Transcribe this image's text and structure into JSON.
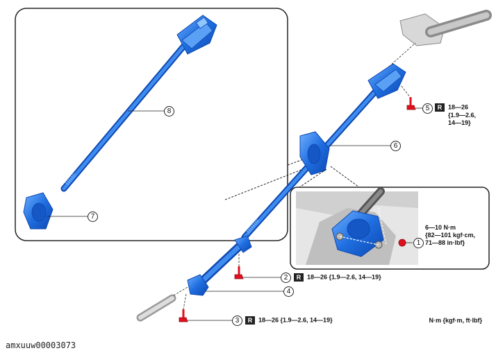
{
  "callouts": {
    "c1": "1",
    "c2": "2",
    "c3": "3",
    "c4": "4",
    "c5": "5",
    "c6": "6",
    "c7": "7",
    "c8": "8"
  },
  "torque": {
    "badge": "R",
    "bolt5": [
      "18—26",
      "{1.9—2.6,",
      "14—19}"
    ],
    "bolt2": "18—26 {1.9—2.6, 14—19}",
    "bolt3": "18—26 {1.9—2.6, 14—19}",
    "nut1": [
      "6—10 N·m",
      "{82—101 kgf·cm,",
      "71—88 in·lbf}"
    ]
  },
  "units_note": "N·m {kgf·m, ft·lbf}",
  "figure_id": "amxuuw00003073",
  "colors": {
    "part": "#1f6ee0",
    "part_dark": "#0d47b0",
    "fastener": "#e0101e",
    "frame": "#222222"
  }
}
